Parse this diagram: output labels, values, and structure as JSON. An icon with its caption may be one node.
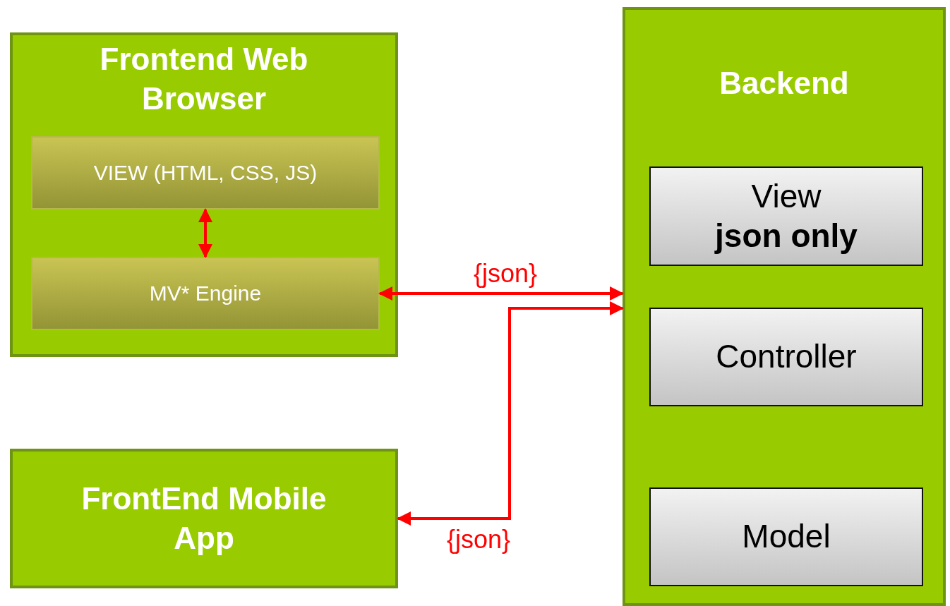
{
  "diagram": {
    "nodes": [
      {
        "text": [
          "Frontend Web Browser"
        ]
      },
      {
        "text": [
          "VIEW (HTML, CSS, JS)"
        ],
        "in": 0
      },
      {
        "text": [
          "MV* Engine"
        ],
        "in": 0
      },
      {
        "text": [
          "Backend"
        ]
      },
      {
        "text": [
          "View",
          "json only"
        ],
        "in": 3
      },
      {
        "text": [
          "Controller"
        ],
        "in": 3
      },
      {
        "text": [
          "Model"
        ],
        "in": 3
      },
      {
        "text": [
          "FrontEnd Mobile App"
        ]
      }
    ],
    "edges": [
      {
        "from": 1,
        "to": 2,
        "arrow": "both",
        "color": "#ff0000"
      },
      {
        "from": 2,
        "to": 3,
        "arrow": "both",
        "label": "{json}",
        "color": "#ff0000"
      },
      {
        "from": 7,
        "to": 3,
        "arrow": "both",
        "label": "{json}",
        "color": "#ff0000"
      }
    ]
  }
}
